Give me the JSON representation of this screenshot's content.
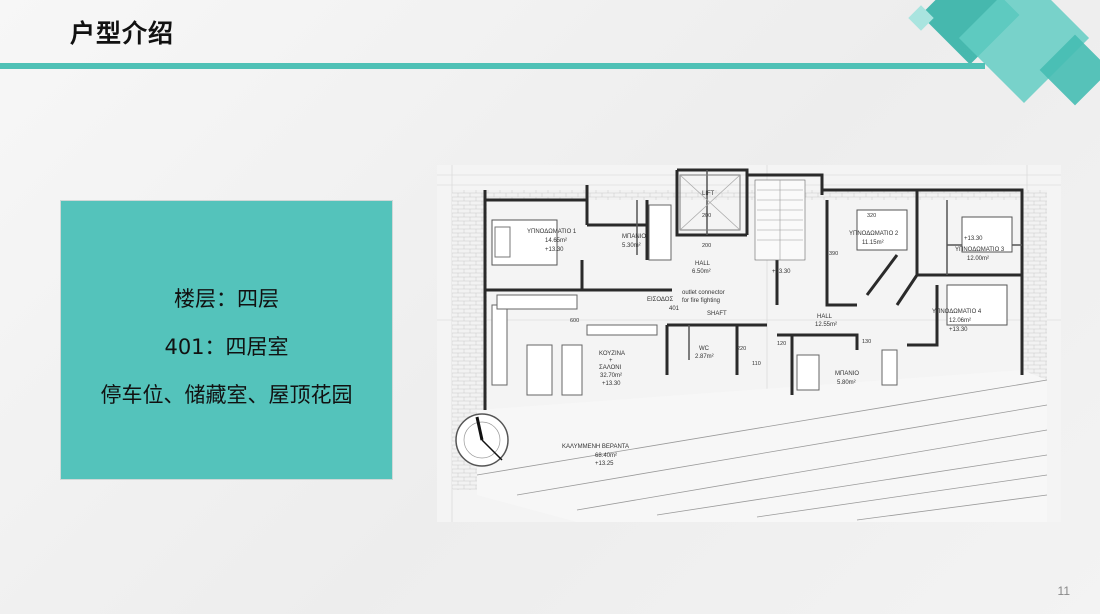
{
  "slide": {
    "title": "户型介绍",
    "page_number": "11",
    "accent_color": "#4fc1b6",
    "box_color": "#54c3bb"
  },
  "info": {
    "line1": "楼层：四层",
    "line2": "401：四居室",
    "line3": "停车位、储藏室、屋顶花园"
  },
  "floorplan": {
    "rooms": {
      "bedroom1_name": "ΥΠΝΟΔΩΜΑΤΙΟ 1",
      "bedroom1_area": "14.65m²",
      "bedroom1_level": "+13.30",
      "bath1_name": "ΜΠΑΝΙΟ",
      "bath1_area": "5.30m²",
      "lift": "LIFT",
      "hall1_name": "HALL",
      "hall1_area": "6.50m²",
      "level_a": "+13.30",
      "bedroom2_name": "ΥΠΝΟΔΩΜΑΤΙΟ 2",
      "bedroom2_area": "11.15m²",
      "bedroom3_level": "+13.30",
      "bedroom3_name": "ΥΠΝΟΔΩΜΑΤΙΟ 3",
      "bedroom3_area": "12.00m²",
      "entrance": "ΕΙΣΟΔΟΣ",
      "apt_number": "401",
      "outlet1": "outlet connector",
      "outlet2": "for fire fighting",
      "shaft": "SHAFT",
      "hall2_name": "HALL",
      "hall2_area": "12.55m²",
      "bedroom4_name": "ΥΠΝΟΔΩΜΑΤΙΟ 4",
      "bedroom4_area": "12.06m²",
      "bedroom4_level": "+13.30",
      "kitchen_name": "ΚΟΥΖΙΝΑ",
      "kitchen_plus": "+",
      "kitchen_name2": "ΣΑΛΟΝΙ",
      "kitchen_area": "32.70m²",
      "kitchen_level": "+13.30",
      "wc_name": "WC",
      "wc_area": "2.87m²",
      "bath2_name": "ΜΠΑΝΙΟ",
      "bath2_area": "5.80m²",
      "veranda_name": "ΚΑΛΥΜΜΕΝΗ ΒΕΡΑΝΤΑ",
      "veranda_area": "68.40m²",
      "veranda_level": "+13.25"
    },
    "dims": {
      "d1": "200",
      "d2": "200",
      "d3": "390",
      "d4": "320",
      "d5": "220",
      "d6": "110",
      "d7": "130",
      "d8": "120",
      "d9": "600"
    }
  }
}
